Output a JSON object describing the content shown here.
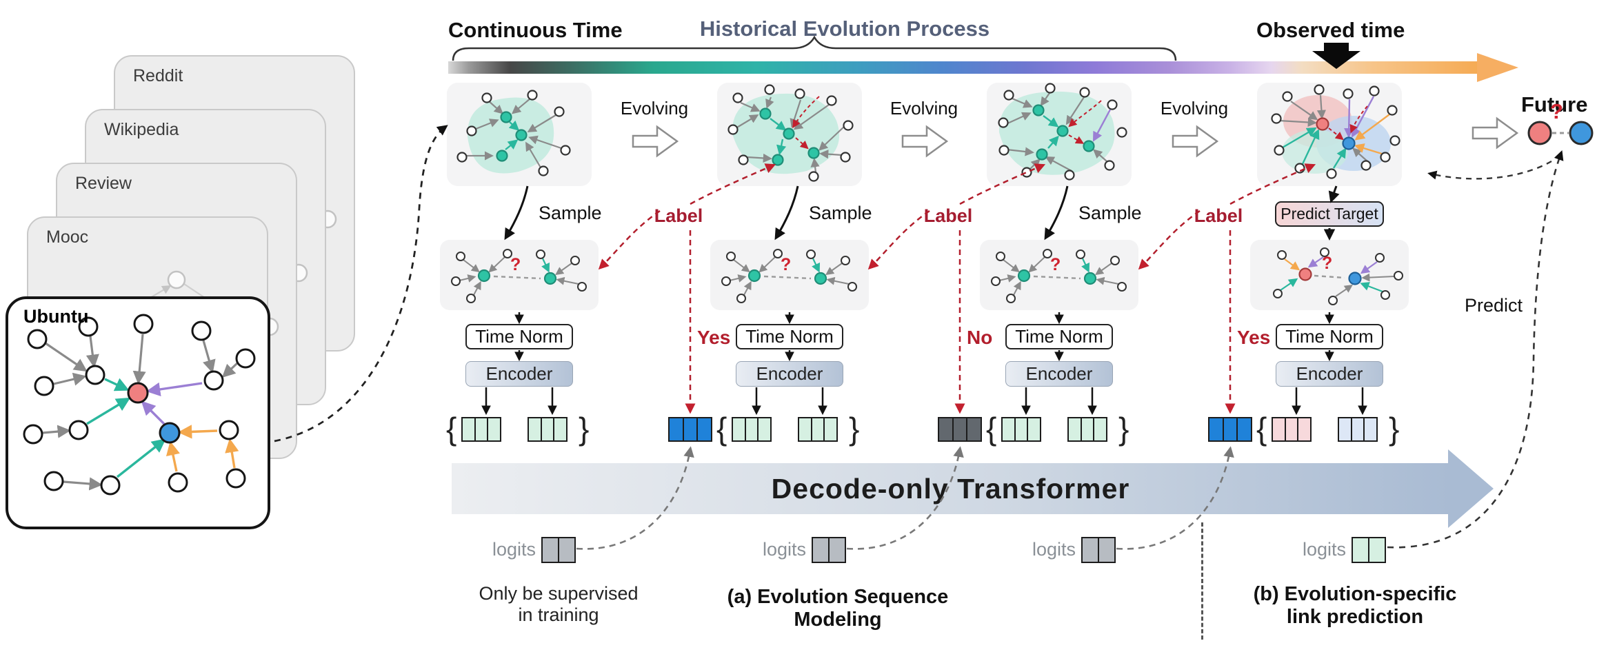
{
  "colors": {
    "teal": "#2ab79d",
    "purple": "#9b7fd4",
    "orange": "#f4a84d",
    "red_node": "#ef8080",
    "blue_node": "#3f97dd",
    "label_red": "#a51c30",
    "verdict_red": "#b21e2c",
    "token_blue": "#1f82d9",
    "token_gray": "#62686e",
    "token_mint": "#d6f0e2",
    "token_pink": "#f7d9dc",
    "token_lightblue": "#dde7f6"
  },
  "stack": {
    "back_cards": [
      "Reddit",
      "Wikipedia",
      "Review",
      "Mooc"
    ],
    "front_card": "Ubuntu"
  },
  "timeline": {
    "continuous_time": "Continuous Time",
    "historical_process": "Historical Evolution Process",
    "observed_time": "Observed time",
    "future": "Future"
  },
  "flow": {
    "evolving": "Evolving",
    "sample": "Sample",
    "label": "Label",
    "predict_target": "Predict Target",
    "time_norm": "Time Norm",
    "encoder": "Encoder",
    "logits": "logits",
    "question_mark": "?",
    "brace_open": "{",
    "brace_close": "}"
  },
  "verdicts": [
    "Yes",
    "No",
    "Yes"
  ],
  "transformer": {
    "title": "Decode-only Transformer"
  },
  "captions": {
    "supervised_note": "Only be supervised\nin training",
    "caption_a": "(a) Evolution Sequence\nModeling",
    "caption_b": "(b) Evolution-specific\nlink prediction",
    "predict": "Predict"
  }
}
